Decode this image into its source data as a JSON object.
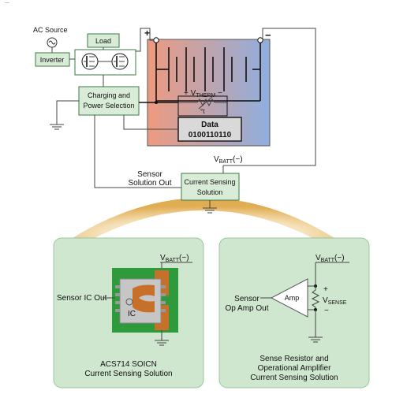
{
  "top_strip": {
    "text": "..."
  },
  "ac_source": {
    "label": "AC Source"
  },
  "inverter": {
    "label": "Inverter"
  },
  "load": {
    "label": "Load"
  },
  "charging": {
    "line1": "Charging and",
    "line2": "Power Selection"
  },
  "battery": {
    "plus": "+",
    "minus": "−",
    "vtherm_prefix": "+ V",
    "vtherm_sub": "THERM",
    "vtherm_suffix": " −",
    "thermistor_symbol": "°t"
  },
  "data_box": {
    "title": "Data",
    "value": "0100110110"
  },
  "vbatt_top": {
    "prefix": "V",
    "sub": "BATT",
    "suffix": "(−)"
  },
  "sensor_out": {
    "line1": "Sensor",
    "line2": "Solution Out"
  },
  "current_sensing": {
    "line1": "Current Sensing",
    "line2": "Solution"
  },
  "left_panel": {
    "vbatt_prefix": "V",
    "vbatt_sub": "BATT",
    "vbatt_suffix": "(−)",
    "sensor_ic_out": "Sensor IC Out",
    "ic_label": "IC",
    "caption1": "ACS714 SOICN",
    "caption2": "Current Sensing Solution"
  },
  "right_panel": {
    "vbatt_prefix": "V",
    "vbatt_sub": "BATT",
    "vbatt_suffix": "(−)",
    "sensor_line1": "Sensor",
    "sensor_line2": "Op Amp Out",
    "amp_label": "Amp",
    "plus": "+",
    "minus": "−",
    "vsense_prefix": "V",
    "vsense_sub": "SENSE",
    "caption1": "Sense Resistor and",
    "caption2": "Operational Amplifier",
    "caption3": "Current Sensing Solution"
  },
  "colors": {
    "panel_fill": "#cfe6cf",
    "box_fill": "#d9ecd7",
    "green_border": "#3d7a44",
    "arc": "#e3b35e",
    "battery_left": "#ee9a7f",
    "battery_right": "#8faede",
    "copper": "#c6702a",
    "vsense_red": "#d21a1a"
  }
}
